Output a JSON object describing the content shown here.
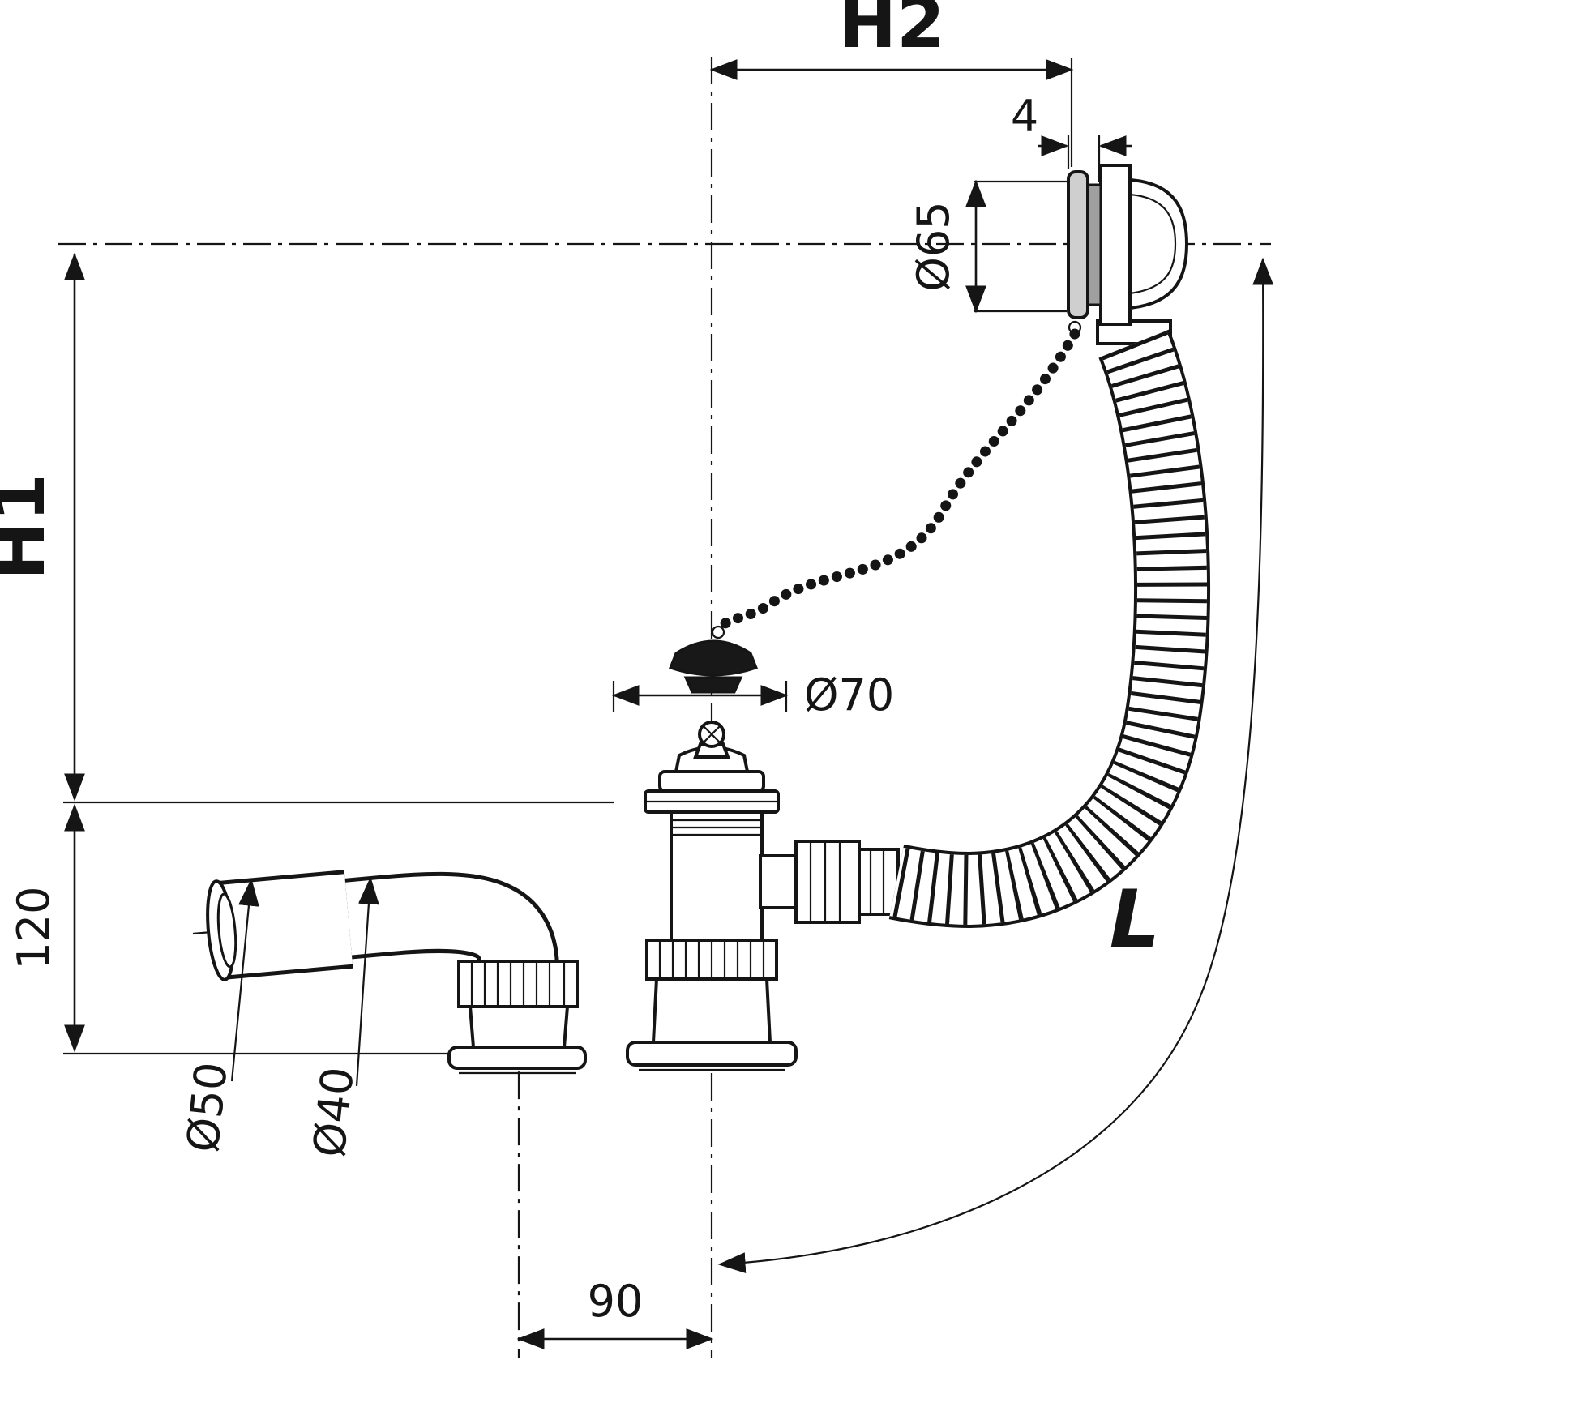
{
  "diagram": {
    "type": "technical-drawing",
    "subject": "bath waste, overflow and siphon set with plug, chain and flexible corrugated hose",
    "colors": {
      "line": "#151515",
      "background": "#ffffff",
      "flange_gray": "#cfcfcf",
      "gasket_gray": "#9f9f9f",
      "plug_black": "#181818"
    },
    "labels": {
      "h2": "H2",
      "flange_thickness": "4",
      "overflow_diameter": "Ø65",
      "h1": "H1",
      "plug_diameter": "Ø70",
      "height_offset": "120",
      "outlet_outer_diameter": "Ø50",
      "outlet_inner_diameter": "Ø40",
      "outlet_spacing": "90",
      "hose_length": "L"
    }
  }
}
